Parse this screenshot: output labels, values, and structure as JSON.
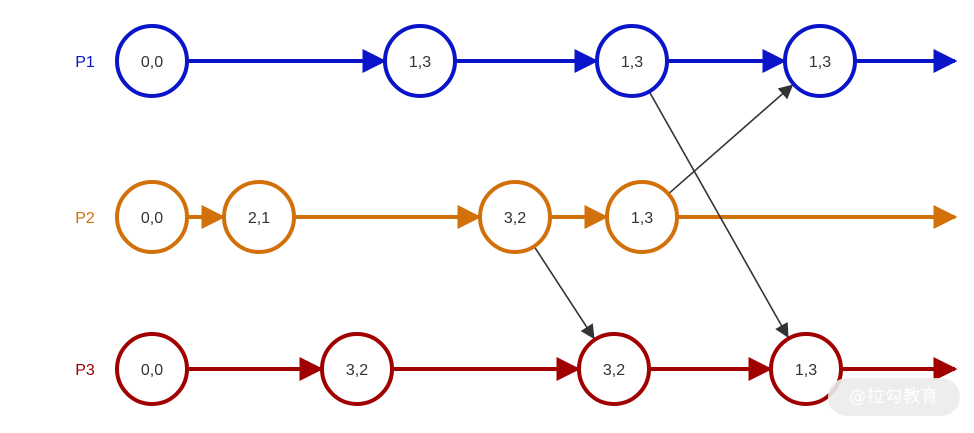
{
  "colors": {
    "p1": "#0a14c8",
    "p2": "#d2700a",
    "p3": "#a00000",
    "message": "#333333"
  },
  "processes": [
    {
      "id": "p1",
      "label": "P1",
      "nodes": [
        "0,0",
        "1,3",
        "1,3",
        "1,3"
      ]
    },
    {
      "id": "p2",
      "label": "P2",
      "nodes": [
        "0,0",
        "2,1",
        "3,2",
        "1,3"
      ]
    },
    {
      "id": "p3",
      "label": "P3",
      "nodes": [
        "0,0",
        "3,2",
        "3,2",
        "1,3"
      ]
    }
  ],
  "messages": [
    {
      "from": [
        "p1",
        2
      ],
      "to": [
        "p3",
        3
      ]
    },
    {
      "from": [
        "p2",
        3
      ],
      "to": [
        "p1",
        3
      ]
    },
    {
      "from": [
        "p2",
        2
      ],
      "to": [
        "p3",
        2
      ]
    }
  ],
  "watermark": "@拉勾教育"
}
